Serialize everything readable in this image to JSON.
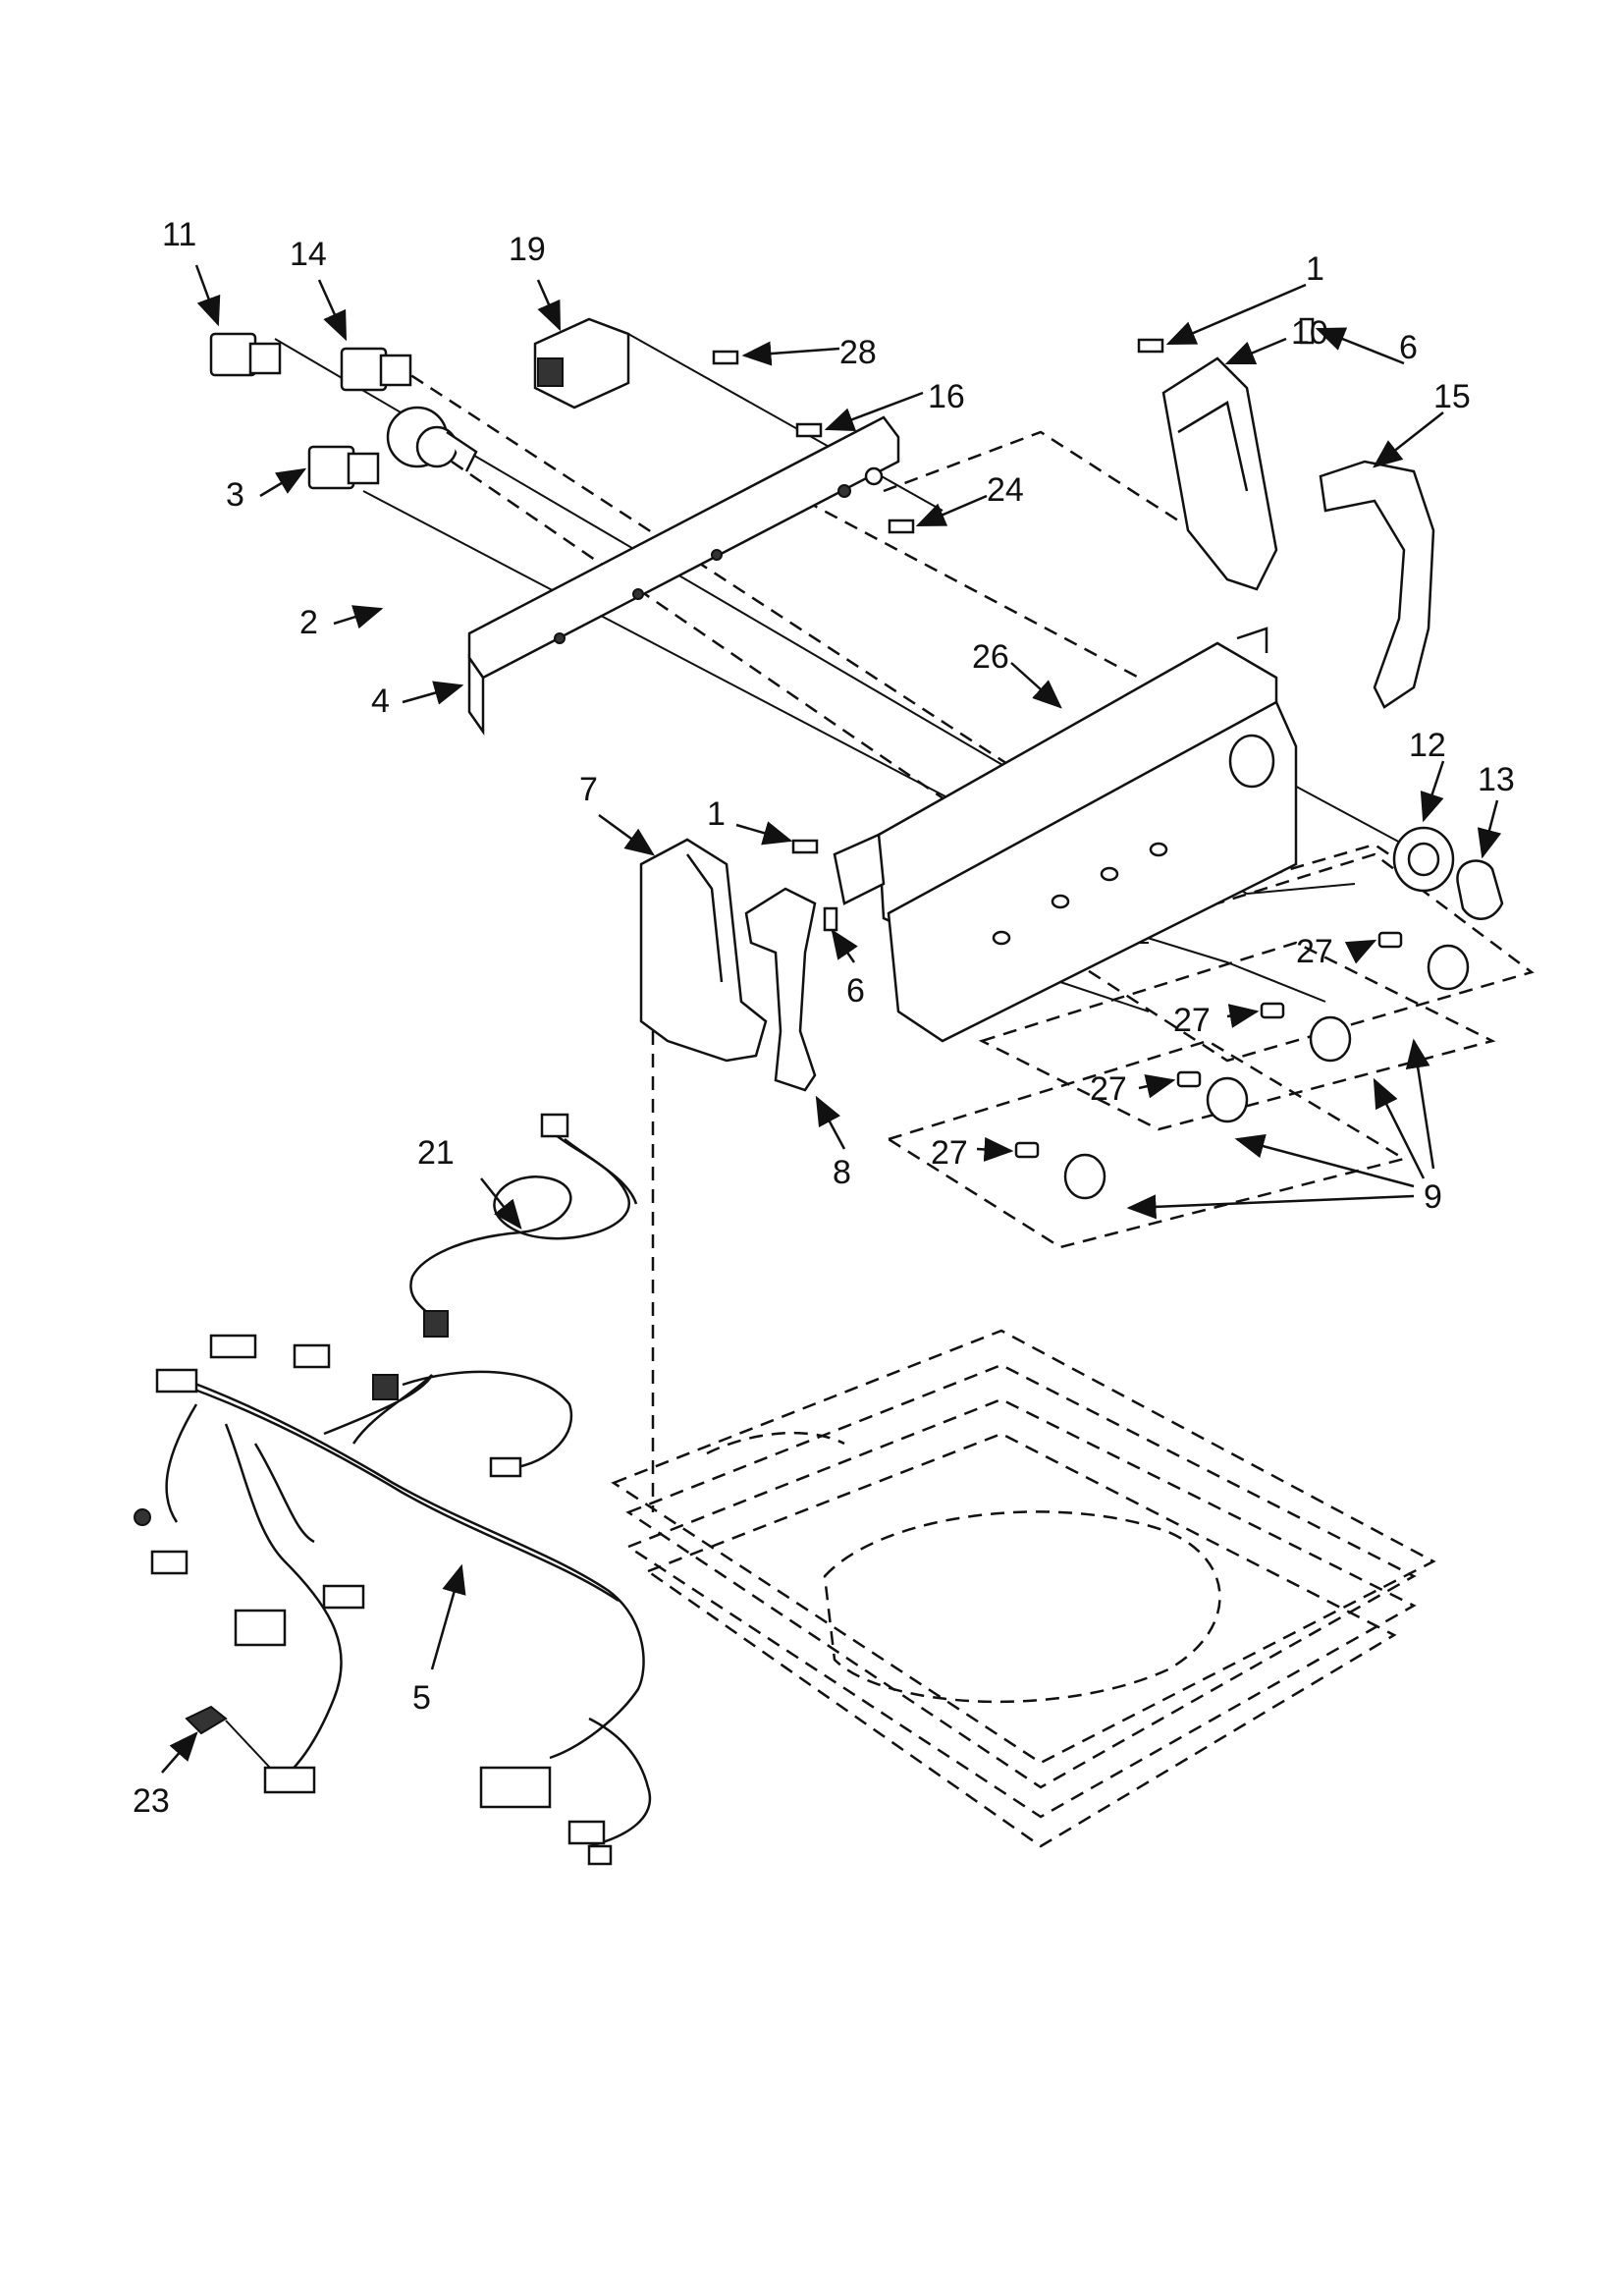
{
  "callouts": [
    {
      "id": "p11",
      "label": "11"
    },
    {
      "id": "p14",
      "label": "14"
    },
    {
      "id": "p19",
      "label": "19"
    },
    {
      "id": "p28",
      "label": "28"
    },
    {
      "id": "p16",
      "label": "16"
    },
    {
      "id": "p1a",
      "label": "1"
    },
    {
      "id": "p10",
      "label": "10"
    },
    {
      "id": "p6a",
      "label": "6"
    },
    {
      "id": "p15",
      "label": "15"
    },
    {
      "id": "p3",
      "label": "3"
    },
    {
      "id": "p24",
      "label": "24"
    },
    {
      "id": "p2",
      "label": "2"
    },
    {
      "id": "p4",
      "label": "4"
    },
    {
      "id": "p26",
      "label": "26"
    },
    {
      "id": "p12",
      "label": "12"
    },
    {
      "id": "p13",
      "label": "13"
    },
    {
      "id": "p7",
      "label": "7"
    },
    {
      "id": "p1b",
      "label": "1"
    },
    {
      "id": "p6b",
      "label": "6"
    },
    {
      "id": "p27a",
      "label": "27"
    },
    {
      "id": "p27b",
      "label": "27"
    },
    {
      "id": "p27c",
      "label": "27"
    },
    {
      "id": "p27d",
      "label": "27"
    },
    {
      "id": "p9",
      "label": "9"
    },
    {
      "id": "p8",
      "label": "8"
    },
    {
      "id": "p21",
      "label": "21"
    },
    {
      "id": "p5",
      "label": "5"
    },
    {
      "id": "p23",
      "label": "23"
    }
  ]
}
